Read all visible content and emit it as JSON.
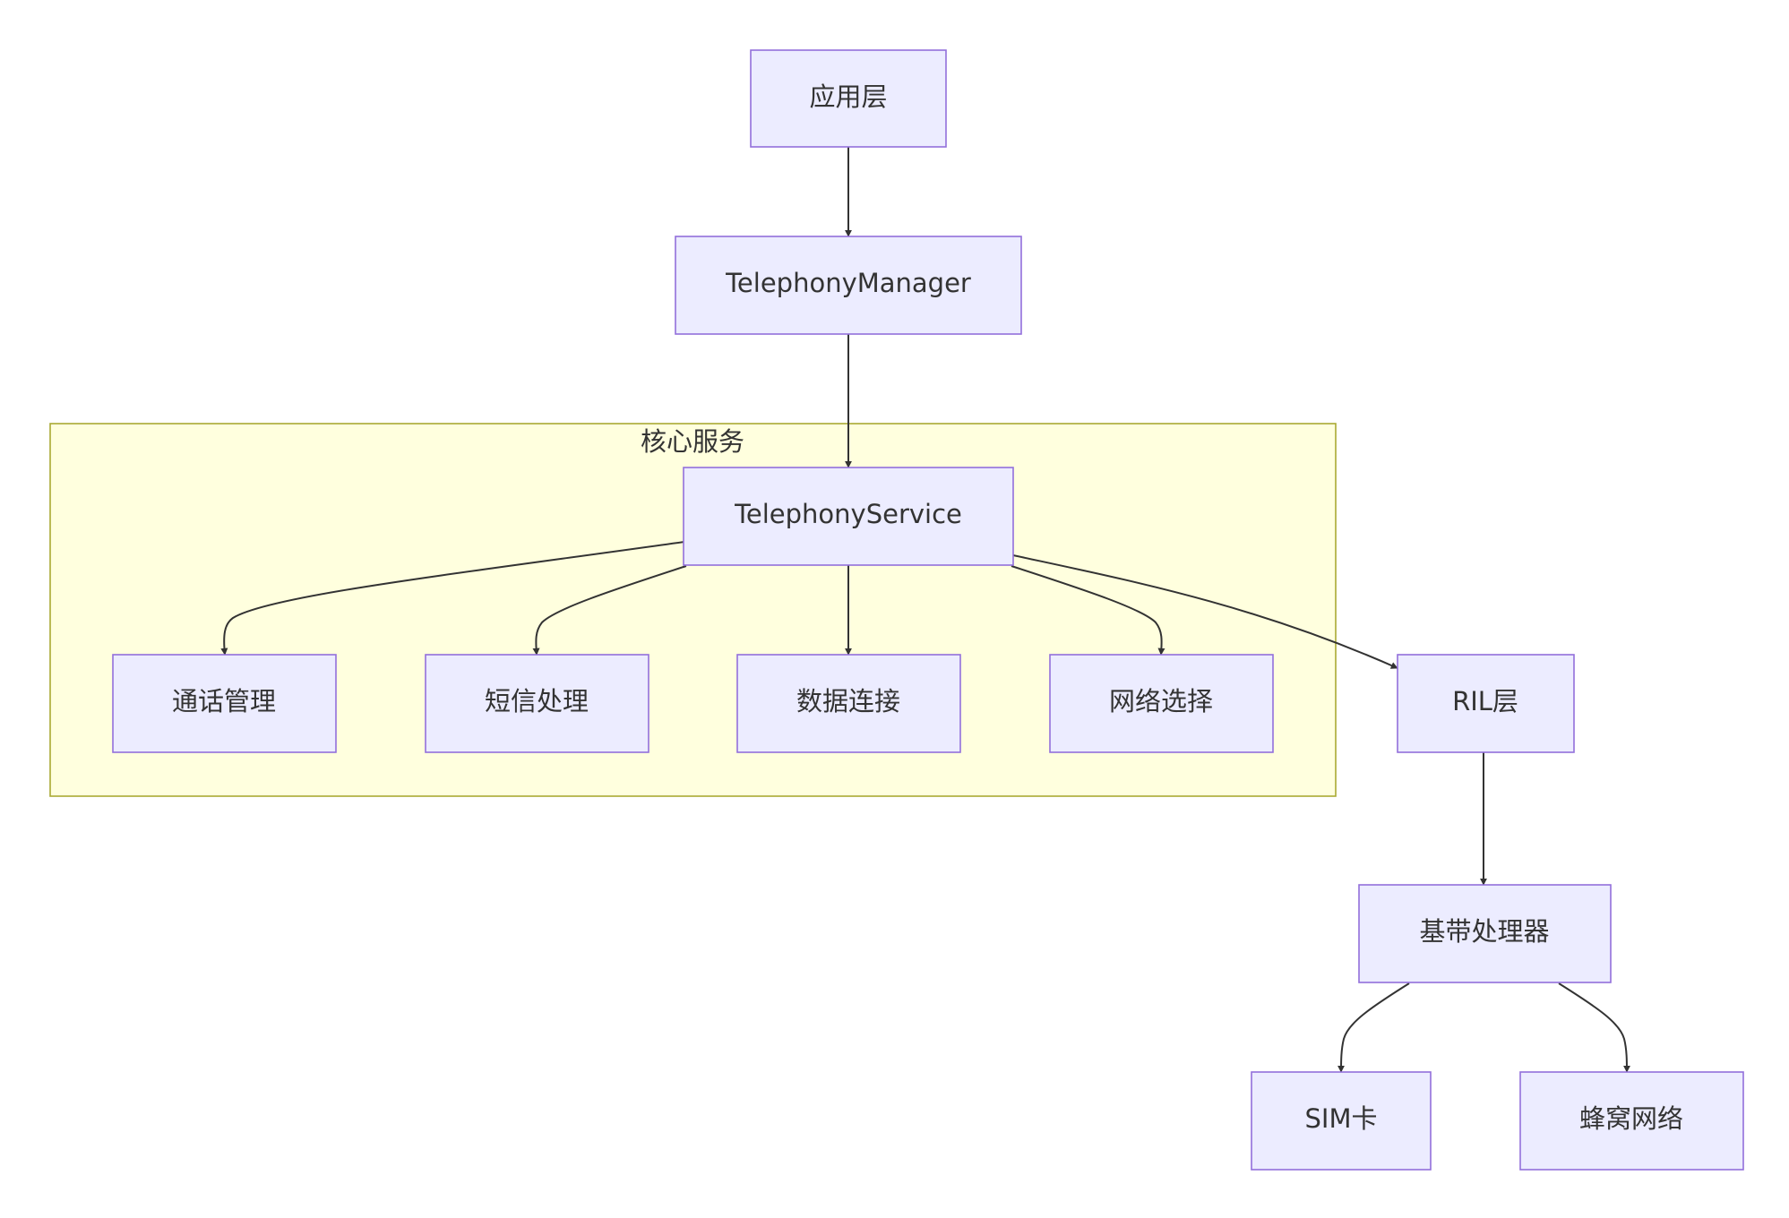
{
  "diagram": {
    "group": {
      "label": "核心服务"
    },
    "nodes": {
      "app": "应用层",
      "tm": "TelephonyManager",
      "ts": "TelephonyService",
      "call": "通话管理",
      "sms": "短信处理",
      "data": "数据连接",
      "net": "网络选择",
      "ril": "RIL层",
      "baseband": "基带处理器",
      "sim": "SIM卡",
      "cell": "蜂窝网络"
    },
    "edges": [
      [
        "app",
        "tm"
      ],
      [
        "tm",
        "ts"
      ],
      [
        "ts",
        "call"
      ],
      [
        "ts",
        "sms"
      ],
      [
        "ts",
        "data"
      ],
      [
        "ts",
        "net"
      ],
      [
        "ts",
        "ril"
      ],
      [
        "ril",
        "baseband"
      ],
      [
        "baseband",
        "sim"
      ],
      [
        "baseband",
        "cell"
      ]
    ],
    "colors": {
      "node_fill": "#ECECFF",
      "node_stroke": "#9370DB",
      "group_fill": "#FFFFDE",
      "group_stroke": "#AAAA33",
      "edge": "#333333",
      "text": "#333333"
    }
  }
}
